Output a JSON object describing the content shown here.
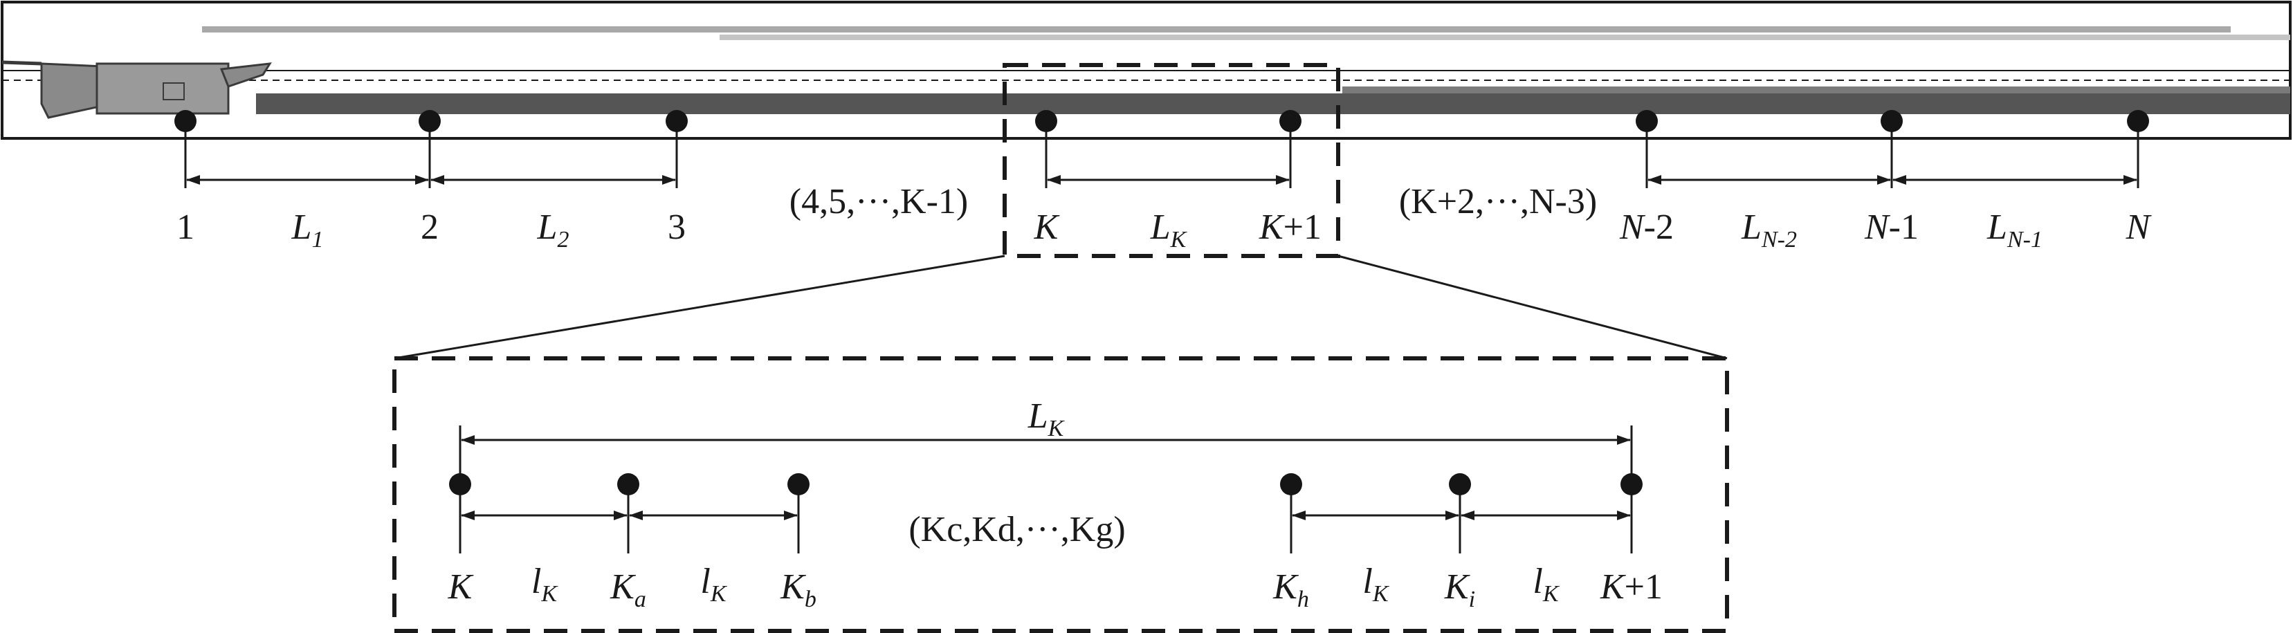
{
  "overview": {
    "nodes": [
      {
        "id": "n1",
        "label": "1"
      },
      {
        "id": "n2",
        "label": "2"
      },
      {
        "id": "n3",
        "label": "3"
      },
      {
        "id": "nK",
        "label": "K"
      },
      {
        "id": "nK1",
        "label": "K+1"
      },
      {
        "id": "nN2",
        "label": "N-2"
      },
      {
        "id": "nN1",
        "label": "N-1"
      },
      {
        "id": "nN",
        "label": "N"
      }
    ],
    "spans": [
      {
        "base": "L",
        "sub": "1"
      },
      {
        "base": "L",
        "sub": "2"
      },
      {
        "base": "L",
        "sub": "K"
      },
      {
        "base": "L",
        "sub": "N-2"
      },
      {
        "base": "L",
        "sub": "N-1"
      }
    ],
    "gap_left": "(4,5,···,K-1)",
    "gap_right": "(K+2,···,N-3)"
  },
  "detail": {
    "total_span": {
      "base": "L",
      "sub": "K"
    },
    "nodes": [
      {
        "base": "K",
        "sub": ""
      },
      {
        "base": "K",
        "sub": "a"
      },
      {
        "base": "K",
        "sub": "b"
      },
      {
        "base": "K",
        "sub": "h"
      },
      {
        "base": "K",
        "sub": "i"
      },
      {
        "base": "K+1",
        "sub": ""
      }
    ],
    "sub_spans": [
      {
        "base": "l",
        "sub": "K"
      },
      {
        "base": "l",
        "sub": "K"
      },
      {
        "base": "l",
        "sub": "K"
      },
      {
        "base": "l",
        "sub": "K"
      }
    ],
    "middle_label": "(Kc,Kd,···,Kg)"
  },
  "colors": {
    "ink": "#1a1a1a",
    "rail_dark": "#555555",
    "rail_light": "#a8a8a8",
    "machine": "#8a8a8a"
  }
}
